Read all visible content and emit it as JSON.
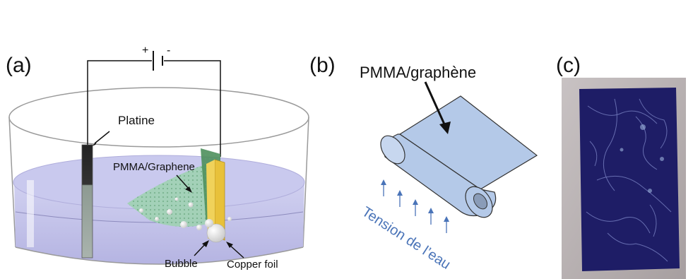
{
  "panels": {
    "a": {
      "label": "(a)",
      "power_plus": "+",
      "power_minus": "-",
      "platine": "Platine",
      "pmma_graphene": "PMMA/Graphene",
      "bubble": "Bubble",
      "copper_foil": "Copper foil"
    },
    "b": {
      "label": "(b)",
      "pmma_graphene": "PMMA/graphène",
      "water_tension": "Tension de l’eau"
    },
    "c": {
      "label": "(c)"
    }
  },
  "colors": {
    "water": "#c4c4ea",
    "water_dark": "#a9a8d8",
    "pmma_sheet": "#8fc7a4",
    "copper": "#e8c13a",
    "film_b": "#b4c9e8",
    "arrow_b": "#4a74b8",
    "sample_c": "#1e1d66",
    "background_c": "#b9b2b3"
  }
}
